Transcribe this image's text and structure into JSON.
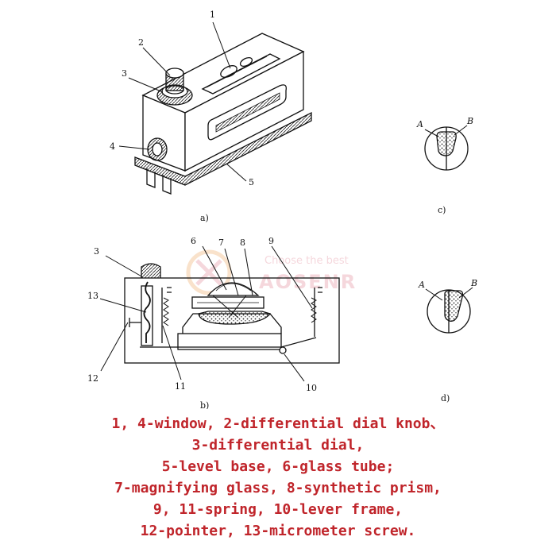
{
  "labels": {
    "a1": "1",
    "a2": "2",
    "a3": "3",
    "a4": "4",
    "a5": "5",
    "b3": "3",
    "b6": "6",
    "b7": "7",
    "b8": "8",
    "b9": "9",
    "b10": "10",
    "b11": "11",
    "b12": "12",
    "b13": "13"
  },
  "subfigs": {
    "a": "a)",
    "b": "b)",
    "c": "c)",
    "d": "d)"
  },
  "markers": {
    "c_A": "A",
    "c_B": "B",
    "d_A": "A",
    "d_B": "B"
  },
  "watermark": {
    "tagline": "Choose the best",
    "brand": "AOSENR"
  },
  "caption": [
    "1, 4-window, 2-differential dial knob、",
    "3-differential dial,",
    "5-level base, 6-glass tube;",
    "7-magnifying glass, 8-synthetic prism,",
    "9, 11-spring, 10-lever frame,",
    "12-pointer, 13-micrometer screw."
  ],
  "colors": {
    "caption": "#c0252b",
    "ink": "#111111",
    "watermark": "#e9a7b3"
  }
}
